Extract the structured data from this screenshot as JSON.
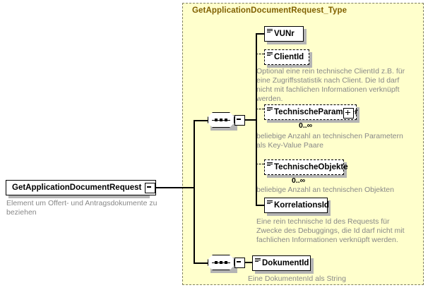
{
  "diagram": {
    "kind": "xml-schema-element-diagram",
    "background": "#ffffcc",
    "annotation_color": "#888888",
    "title_color": "#806000"
  },
  "root": {
    "name": "GetApplicationDocumentRequest",
    "annotation": "Element um Offert- und Antragsdokumente zu beziehen",
    "toggle": "minus-box"
  },
  "type_container": {
    "title": "GetApplicationDocumentRequest_Type"
  },
  "sequences": [
    {
      "id": "seq-main",
      "icon": "sequence-icon",
      "toggle": "minus-box"
    },
    {
      "id": "seq-secondary",
      "icon": "sequence-icon",
      "toggle": "minus-box"
    }
  ],
  "elements": [
    {
      "name": "VUNr",
      "occurrence": "required",
      "expandable": false,
      "cardinality": "",
      "annotation": ""
    },
    {
      "name": "ClientId",
      "occurrence": "optional",
      "expandable": false,
      "cardinality": "",
      "annotation": "Optional eine rein technische ClientId z.B. für eine Zugriffsstatistik nach Client. Die Id darf nicht mit fachlichen Informationen verknüpft werden."
    },
    {
      "name": "TechnischeParameter",
      "occurrence": "optional",
      "expandable": true,
      "cardinality": "0..∞",
      "annotation": "beliebige Anzahl an technischen Parametern als Key-Value Paare"
    },
    {
      "name": "TechnischeObjekte",
      "occurrence": "optional",
      "expandable": false,
      "cardinality": "0..∞",
      "annotation": "beliebige Anzahl an technischen Objekten"
    },
    {
      "name": "KorrelationsId",
      "occurrence": "required",
      "expandable": false,
      "cardinality": "",
      "annotation": "Eine rein technische Id des Requests für Zwecke des Debuggings, die Id darf nicht mit fachlichen Informationen verknüpft werden."
    },
    {
      "name": "DokumentId",
      "occurrence": "required",
      "expandable": false,
      "cardinality": "",
      "annotation": "Eine DokumentenId als String"
    }
  ]
}
